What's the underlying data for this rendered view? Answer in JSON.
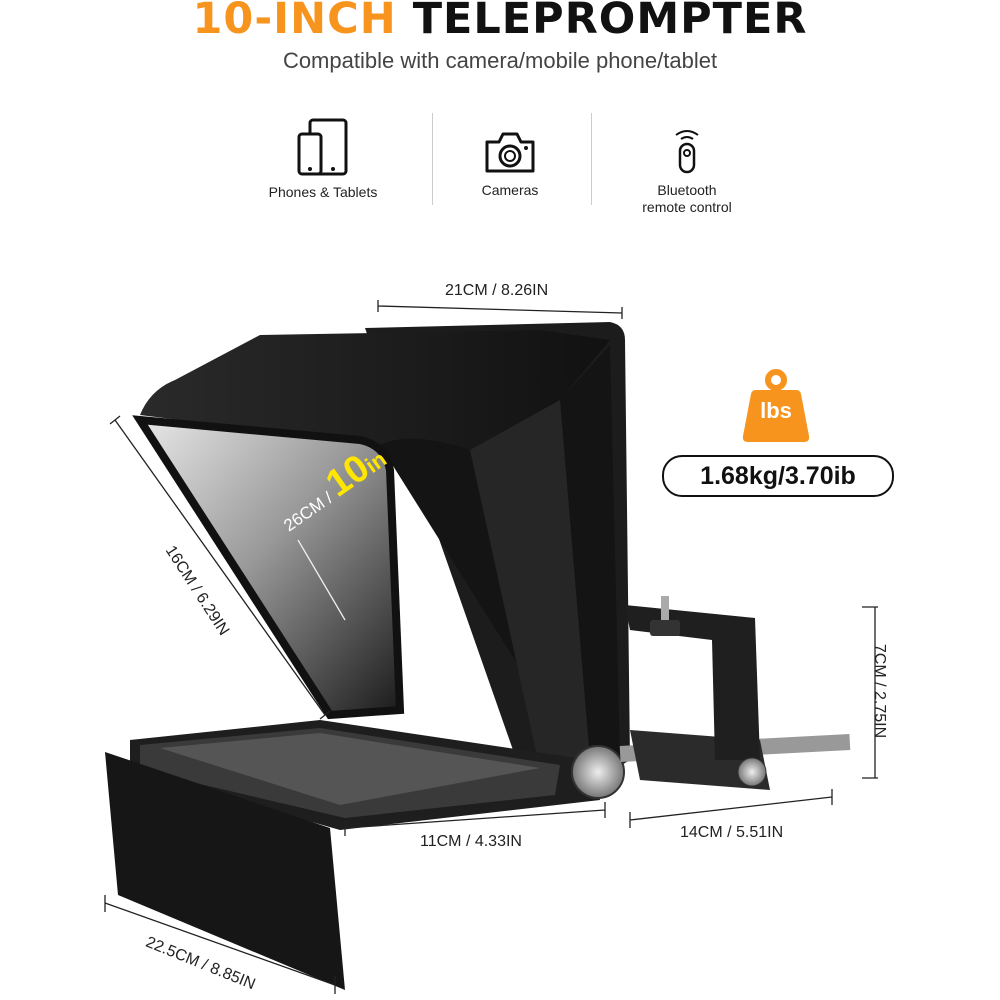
{
  "header": {
    "title_accent": "10-INCH",
    "title_main": "TELEPROMPTER",
    "subtitle": "Compatible with camera/mobile phone/tablet"
  },
  "features": [
    {
      "icon": "phone-tablet-icon",
      "label": "Phones & Tablets"
    },
    {
      "icon": "camera-icon",
      "label": "Cameras"
    },
    {
      "icon": "bluetooth-remote-icon",
      "label_line1": "Bluetooth",
      "label_line2": "remote control"
    }
  ],
  "dimensions": {
    "top_width": "21CM / 8.26IN",
    "side_height": "16CM / 6.29IN",
    "diagonal": "26CM /",
    "screen_size": "10",
    "screen_unit": "in",
    "base_depth": "11CM / 4.33IN",
    "bracket_width": "14CM / 5.51IN",
    "bracket_height": "7CM / 2.75IN",
    "hood_width": "22.5CM / 8.85IN"
  },
  "weight": {
    "icon_label": "lbs",
    "value": "1.68kg/3.70ib"
  },
  "colors": {
    "accent": "#f7941d",
    "highlight": "#ffe600"
  }
}
